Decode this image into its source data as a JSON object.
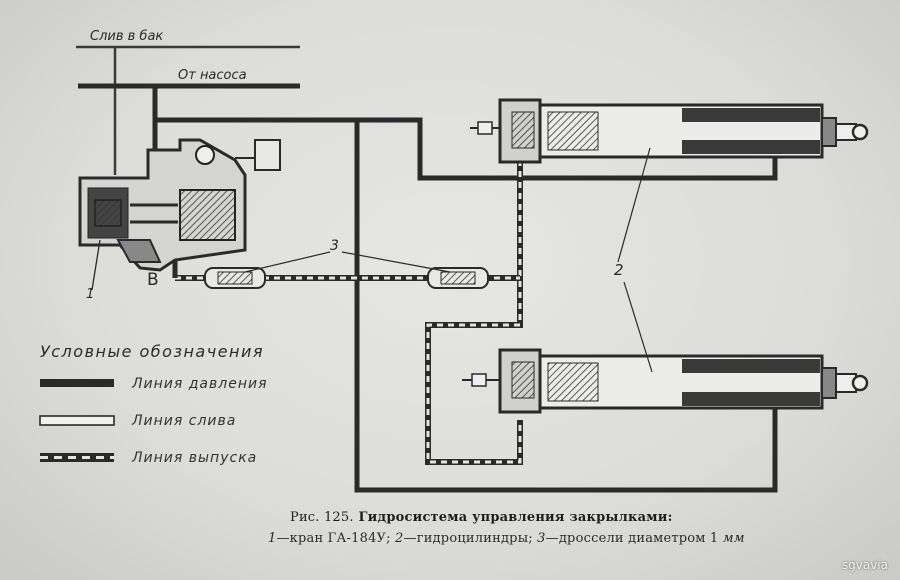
{
  "labels": {
    "drain_to_tank": "Слив в бак",
    "from_pump": "От насоса",
    "callout_1": "1",
    "callout_2": "2",
    "callout_3": "3",
    "point_b": "В"
  },
  "legend": {
    "title": "Условные обозначения",
    "items": [
      {
        "label": "Линия давления",
        "style": "solid-dark"
      },
      {
        "label": "Линия слива",
        "style": "hollow"
      },
      {
        "label": "Линия выпуска",
        "style": "dashed"
      }
    ]
  },
  "caption": {
    "figure_number": "Рис. 125.",
    "title": "Гидросистема управления закрылками:",
    "items": [
      {
        "key": "1",
        "text": "—кран ГА-184У; "
      },
      {
        "key": "2",
        "text": "—гидроцилиндры; "
      },
      {
        "key": "3",
        "text": "—дроссели диаметром 1 "
      }
    ],
    "unit": "мм"
  },
  "watermark": "sgvavia",
  "colors": {
    "line_dark": "#2a2a2a",
    "paper": "#e4e4e1"
  }
}
